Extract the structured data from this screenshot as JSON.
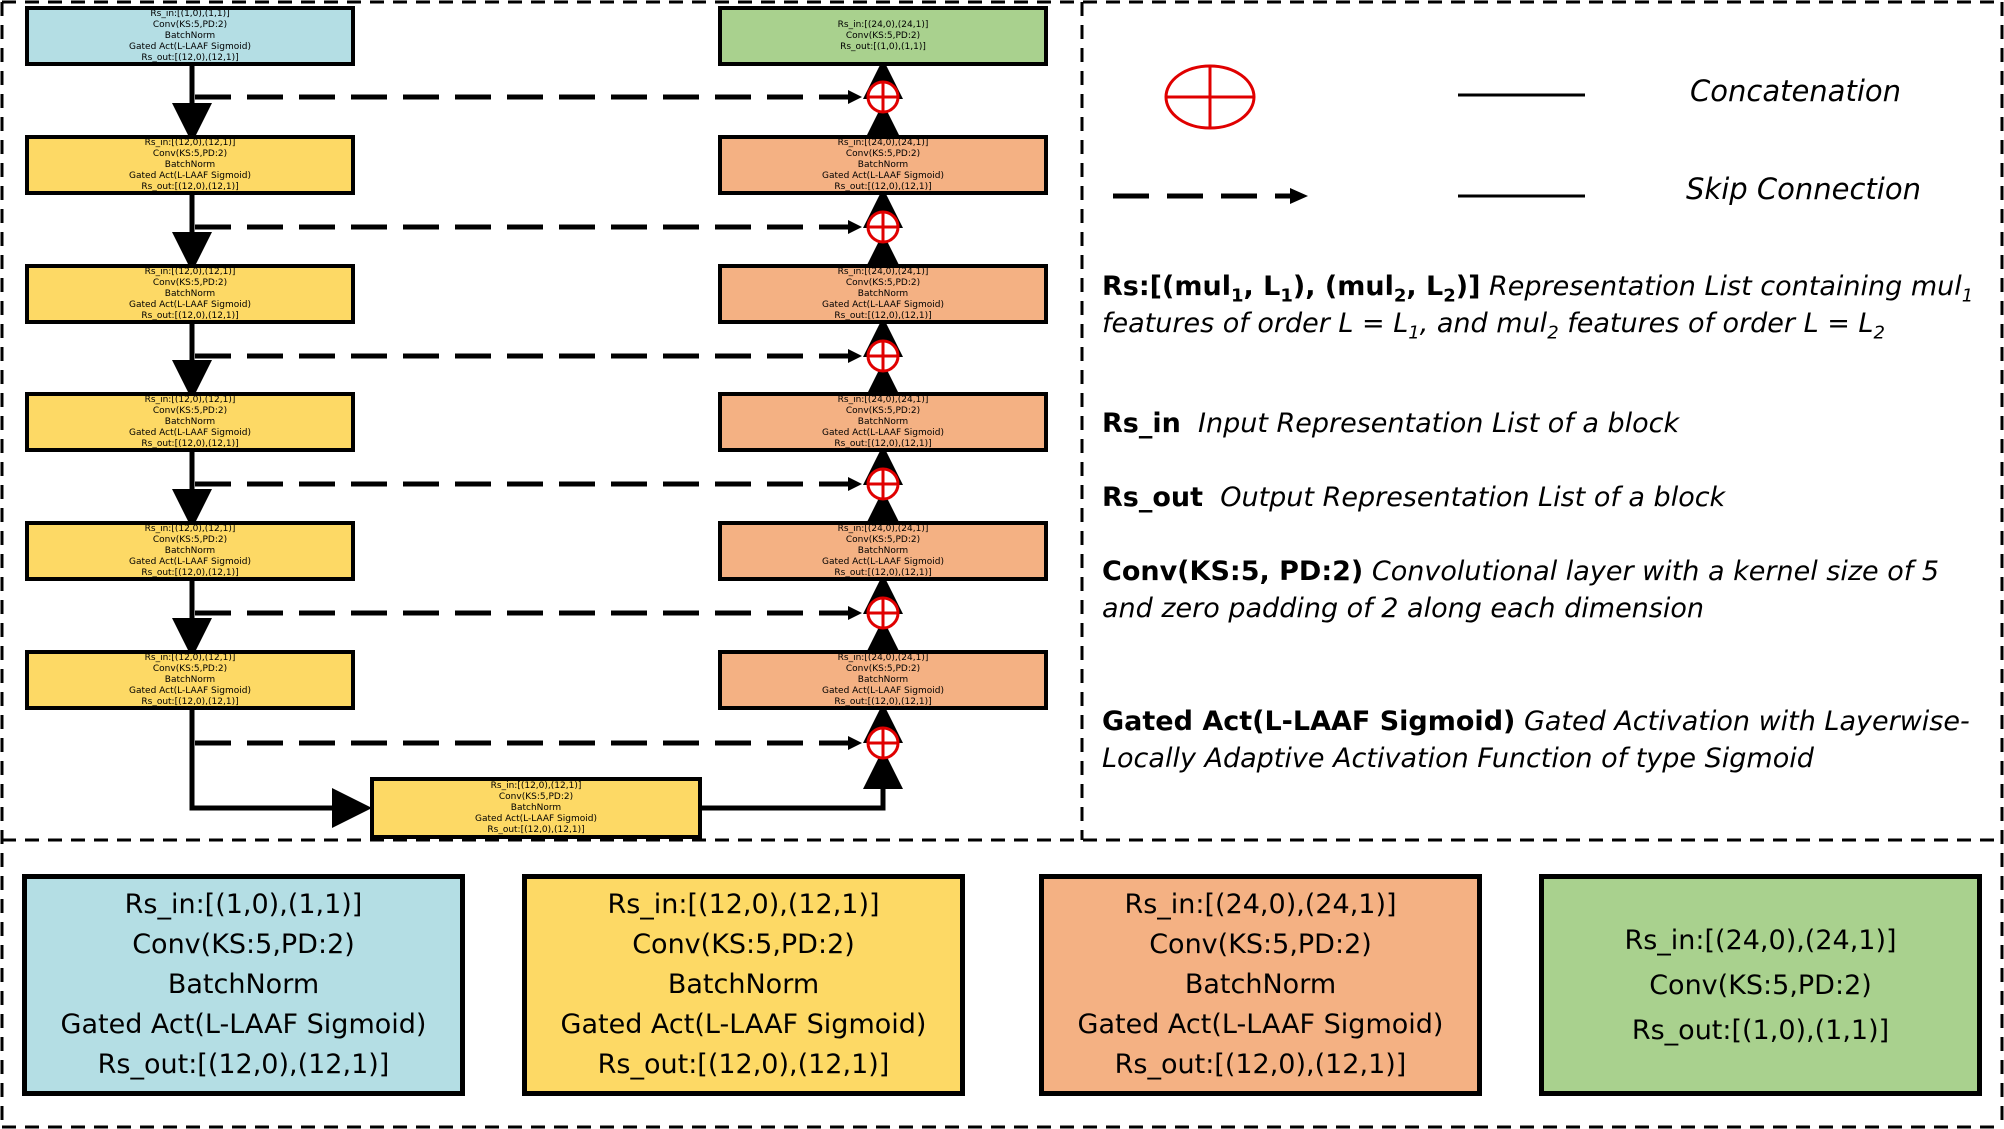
{
  "colors": {
    "first_block": "#B4DEE4",
    "encoder_block": "#FDD965",
    "decoder_block": "#F4B183",
    "output_block": "#A9D18E",
    "concat_symbol": "#E00000"
  },
  "blocks": {
    "first": [
      "Rs_in:[(1,0),(1,1)]",
      "Conv(KS:5,PD:2)",
      "BatchNorm",
      "Gated Act(L-LAAF Sigmoid)",
      "Rs_out:[(12,0),(12,1)]"
    ],
    "encoder": [
      "Rs_in:[(12,0),(12,1)]",
      "Conv(KS:5,PD:2)",
      "BatchNorm",
      "Gated Act(L-LAAF Sigmoid)",
      "Rs_out:[(12,0),(12,1)]"
    ],
    "decoder": [
      "Rs_in:[(24,0),(24,1)]",
      "Conv(KS:5,PD:2)",
      "BatchNorm",
      "Gated Act(L-LAAF Sigmoid)",
      "Rs_out:[(12,0),(12,1)]"
    ],
    "output": [
      "Rs_in:[(24,0),(24,1)]",
      "Conv(KS:5,PD:2)",
      "Rs_out:[(1,0),(1,1)]"
    ]
  },
  "legend": {
    "concat_label": "Concatenation",
    "concat_symbol_name": "circle-plus-icon",
    "skip_label": "Skip Connection",
    "skip_symbol_name": "dashed-arrow-icon"
  },
  "definitions": {
    "rs": {
      "term": "Rs:[(mul",
      "sub1": "1",
      "term_b": ", L",
      "sub2": "1",
      "term_c": "), (mul",
      "sub3": "2",
      "term_d": ", L",
      "sub4": "2",
      "term_e": ")]",
      "text_a": " Representation List containing mul",
      "sub5": "1",
      "text_b": " features of order L = L",
      "sub6": "1",
      "text_c": ", and mul",
      "sub7": "2",
      "text_d": " features of order L = L",
      "sub8": "2"
    },
    "rs_in": {
      "term": "Rs_in",
      "text": "Input Representation List of a block"
    },
    "rs_out": {
      "term": "Rs_out",
      "text": "Output Representation List of a block"
    },
    "conv": {
      "term": "Conv(KS:5, PD:2)",
      "text": "Convolutional layer with a kernel size of 5 and zero padding of 2 along each dimension"
    },
    "gated": {
      "term": "Gated Act(L-LAAF Sigmoid)",
      "text": "Gated Activation with Layerwise-Locally Adaptive Activation Function of type Sigmoid"
    }
  }
}
